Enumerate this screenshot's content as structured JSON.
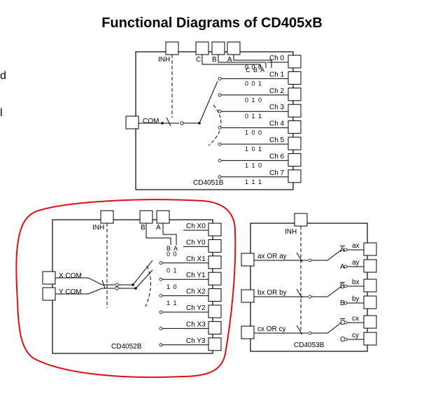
{
  "title": "Functional Diagrams of CD405xB",
  "side_fragments": [
    "d",
    "l"
  ],
  "cd4051": {
    "part": "CD4051B",
    "inh": "INH",
    "com": "COM",
    "selects": [
      "C",
      "B",
      "A"
    ],
    "code_header": "C B A",
    "channels": [
      "Ch 0",
      "Ch 1",
      "Ch 2",
      "Ch 3",
      "Ch 4",
      "Ch 5",
      "Ch 6",
      "Ch 7"
    ],
    "codes": [
      "0 0 0",
      "0 0 1",
      "0 1 0",
      "0 1 1",
      "1 0 0",
      "1 0 1",
      "1 1 0",
      "1 1 1"
    ]
  },
  "cd4052": {
    "part": "CD4052B",
    "inh": "INH",
    "selects": [
      "B",
      "A"
    ],
    "code_header": "B A",
    "commons": [
      "X COM",
      "Y COM"
    ],
    "channels": [
      "Ch X0",
      "Ch Y0",
      "Ch X1",
      "Ch Y1",
      "Ch X2",
      "Ch Y2",
      "Ch X3",
      "Ch Y3"
    ],
    "codes": [
      "0 0",
      "0 1",
      "1 0",
      "1 1"
    ]
  },
  "cd4053": {
    "part": "CD4053B",
    "inh": "INH",
    "inputs": [
      "ax OR ay",
      "bx OR by",
      "cx OR cy"
    ],
    "selects": [
      "A",
      "A",
      "B",
      "B",
      "C",
      "C"
    ],
    "outputs": [
      "ax",
      "ay",
      "bx",
      "by",
      "cx",
      "cy"
    ],
    "select_inverted": [
      true,
      false,
      true,
      false,
      true,
      false
    ]
  },
  "annotation_color": "#e01010"
}
